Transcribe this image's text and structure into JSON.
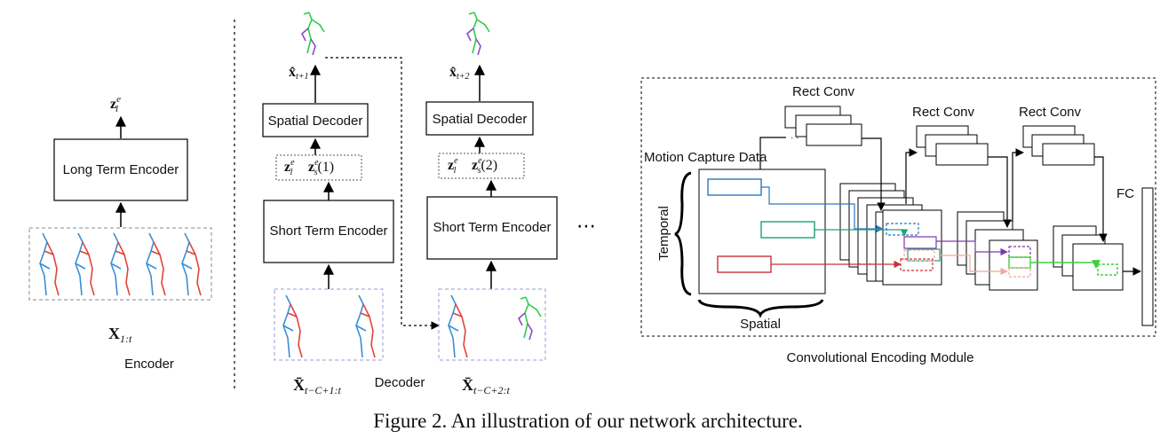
{
  "encoder": {
    "output_main": "z",
    "output_sub": "l",
    "output_sup": "e",
    "box_label": "Long Term Encoder",
    "input_main": "X",
    "input_sub": "1:t",
    "section_label": "Encoder"
  },
  "decoder": {
    "section_label": "Decoder",
    "step1": {
      "output_main": "x̂",
      "output_sub": "t+1",
      "box_top": "Spatial Decoder",
      "latent_l_main": "z",
      "latent_l_sub": "l",
      "latent_l_sup": "e",
      "latent_s_main": "z",
      "latent_s_sub": "s",
      "latent_s_sup": "e",
      "latent_s_arg": "(1)",
      "box_bottom": "Short Term Encoder",
      "input_main": "X̄",
      "input_sub": "t−C+1:t"
    },
    "step2": {
      "output_main": "x̂",
      "output_sub": "t+2",
      "box_top": "Spatial Decoder",
      "latent_l_main": "z",
      "latent_l_sub": "l",
      "latent_l_sup": "e",
      "latent_s_main": "z",
      "latent_s_sub": "s",
      "latent_s_sup": "e",
      "latent_s_arg": "(2)",
      "box_bottom": "Short Term Encoder",
      "input_main": "X̄",
      "input_sub": "t−C+2:t"
    },
    "ellipsis": "⋯"
  },
  "conv_module": {
    "rect_conv_1": "Rect Conv",
    "rect_conv_2": "Rect Conv",
    "rect_conv_3": "Rect Conv",
    "input_label": "Motion Capture Data",
    "temporal_label": "Temporal",
    "spatial_label": "Spatial",
    "fc_label": "FC",
    "module_label": "Convolutional Encoding Module"
  },
  "colors": {
    "skeleton_blue": "#3a8fd6",
    "skeleton_red": "#e0443c",
    "skeleton_green": "#2fcc4a",
    "skeleton_purple": "#8a4bc9",
    "filter_blue": "#2a78c2",
    "filter_teal": "#1aa37a",
    "filter_red": "#c8323a",
    "filter_purple": "#7a3aa8",
    "filter_pink": "#f0a898",
    "filter_green": "#3ecf3e",
    "dashed_box": "#9a9ad8"
  },
  "caption": "Figure 2. An illustration of our network architecture."
}
